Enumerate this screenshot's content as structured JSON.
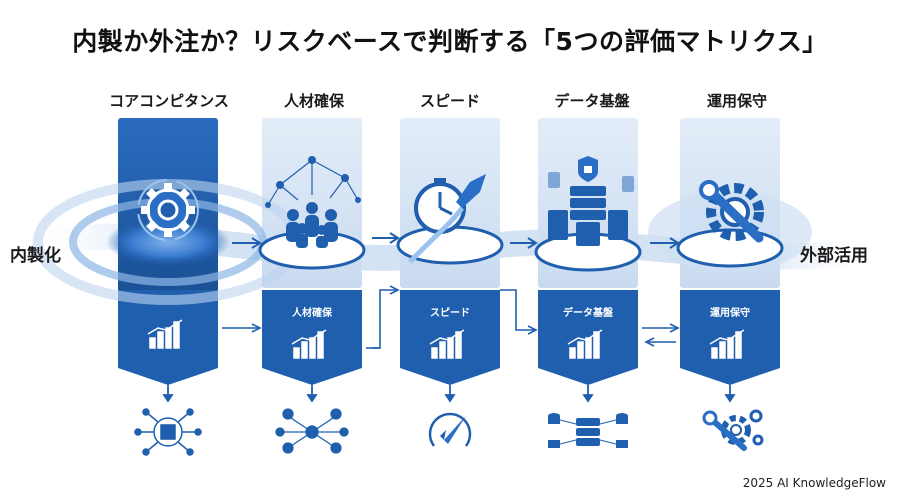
{
  "title": "内製か外注か？リスクベースで判断する「5つの評価マトリクス」",
  "left_label": "内製化",
  "right_label": "外部活用",
  "columns": [
    {
      "label": "コアコンピタンス",
      "chip": "",
      "icon": "gear-icon",
      "bottom_icon": "network-cube-icon"
    },
    {
      "label": "人材確保",
      "chip": "人材確保",
      "icon": "people-network-icon",
      "bottom_icon": "people-network-icon"
    },
    {
      "label": "スピード",
      "chip": "スピード",
      "icon": "stopwatch-rocket-icon",
      "bottom_icon": "rocket-icon"
    },
    {
      "label": "データ基盤",
      "chip": "データ基盤",
      "icon": "server-lock-icon",
      "bottom_icon": "database-icon"
    },
    {
      "label": "運用保守",
      "chip": "運用保守",
      "icon": "wrench-gear-icon",
      "bottom_icon": "wrench-gear-icon"
    }
  ],
  "credit": "2025 AI KnowledgeFlow",
  "colors": {
    "primary": "#1f5fae",
    "dark": "#174b8c",
    "light": "#dbe8f6",
    "pale": "#edf3fa"
  }
}
